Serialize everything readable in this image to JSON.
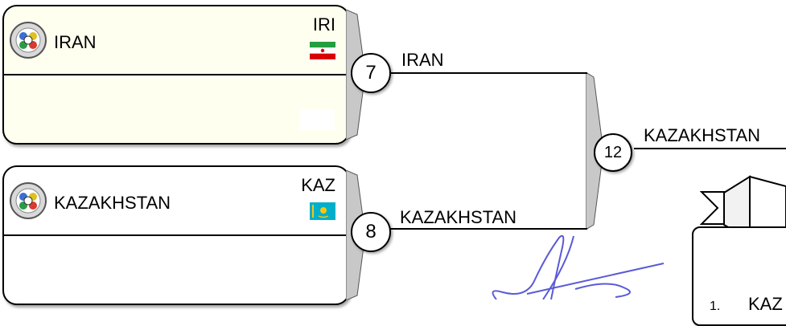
{
  "bracket": {
    "upper": {
      "name": "IRAN",
      "code": "IRI",
      "flag": "iran-flag-icon",
      "match_number": "7",
      "advance_label": "IRAN"
    },
    "lower": {
      "name": "KAZAKHSTAN",
      "code": "KAZ",
      "flag": "kazakhstan-flag-icon",
      "match_number": "8",
      "advance_label": "KAZAKHSTAN"
    },
    "next": {
      "match_number": "12",
      "advance_label": "KAZAKHSTAN"
    }
  },
  "results": {
    "rows": [
      {
        "rank": "1.",
        "name": "KAZ"
      }
    ]
  },
  "colors": {
    "winner_card_bg": "#fffff0",
    "line": "#000000",
    "connector_gray": "#c8c8c8"
  },
  "icons": [
    "federation-badge-icon",
    "iran-flag-icon",
    "kazakhstan-flag-icon",
    "ribbon-banner-icon",
    "signature-mark"
  ]
}
